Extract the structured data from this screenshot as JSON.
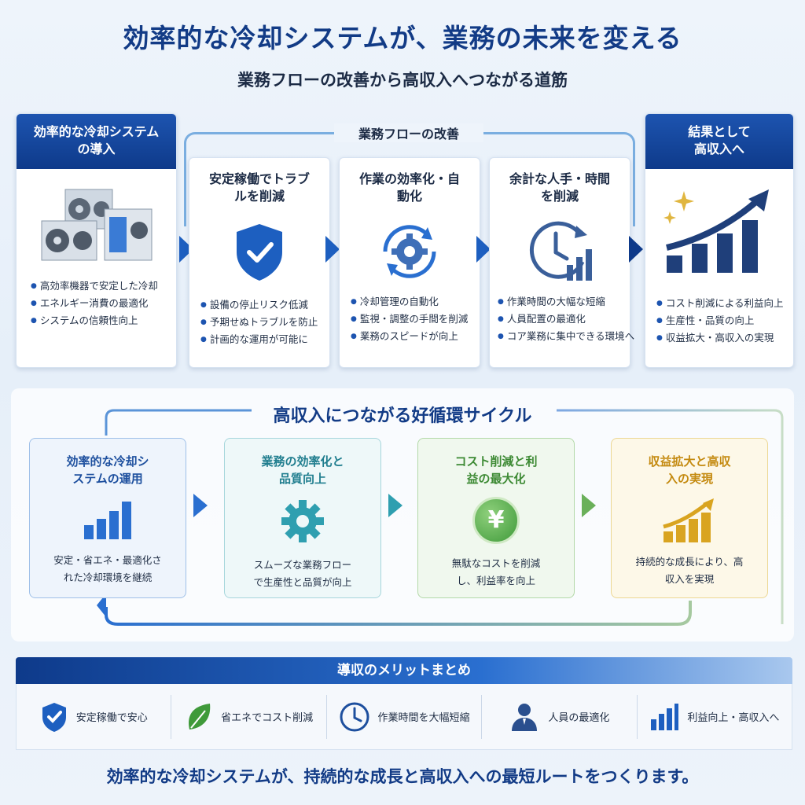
{
  "title": "効率的な冷却システムが、業務の未来を変える",
  "subtitle": "業務フローの改善から高収入へつながる道筋",
  "flow_label": "業務フローの改善",
  "top_cards": [
    {
      "header": "効率的な冷却システムの導入",
      "bullets": [
        "高効率機器で安定した冷却",
        "エネルギー消費の最適化",
        "システムの信頼性向上"
      ]
    },
    {
      "title": "安定稼働でトラブルを削減",
      "bullets": [
        "設備の停止リスク低減",
        "予期せぬトラブルを防止",
        "計画的な運用が可能に"
      ]
    },
    {
      "title": "作業の効率化・自動化",
      "bullets": [
        "冷却管理の自動化",
        "監視・調整の手間を削減",
        "業務のスピードが向上"
      ]
    },
    {
      "title": "余計な人手・時間を削減",
      "bullets": [
        "作業時間の大幅な短縮",
        "人員配置の最適化",
        "コア業務に集中できる環境へ"
      ]
    },
    {
      "header": "結果として高収入へ",
      "bullets": [
        "コスト削減による利益向上",
        "生産性・品質の向上",
        "収益拡大・高収入の実現"
      ]
    }
  ],
  "cycle": {
    "title": "高収入につながる好循環サイクル",
    "cards": [
      {
        "title": "効率的な冷却システムの運用",
        "text": "安定・省エネ・最適化された冷却環境を継続"
      },
      {
        "title": "業務の効率化と品質向上",
        "text": "スムーズな業務フローで生産性と品質が向上"
      },
      {
        "title": "コスト削減と利益の最大化",
        "text": "無駄なコストを削減し、利益率を向上"
      },
      {
        "title": "収益拡大と高収入の実現",
        "text": "持続的な成長により、高収入を実現"
      }
    ]
  },
  "summary": {
    "header": "導収のメリットまとめ",
    "items": [
      {
        "icon": "shield-check-icon",
        "label": "安定稼働で安心"
      },
      {
        "icon": "leaf-icon",
        "label": "省エネでコスト削減"
      },
      {
        "icon": "clock-icon",
        "label": "作業時間を大幅短縮"
      },
      {
        "icon": "person-icon",
        "label": "人員の最適化"
      },
      {
        "icon": "bar-chart-icon",
        "label": "利益向上・高収入へ"
      }
    ]
  },
  "footer": "効率的な冷却システムが、持続的な成長と高収入への最短ルートをつくります。",
  "colors": {
    "navy": "#123b86",
    "blue": "#1d5fc0",
    "teal": "#2f9fb0",
    "green": "#5aa84a",
    "gold": "#d9a420"
  },
  "symbols": {
    "yen": "¥"
  }
}
